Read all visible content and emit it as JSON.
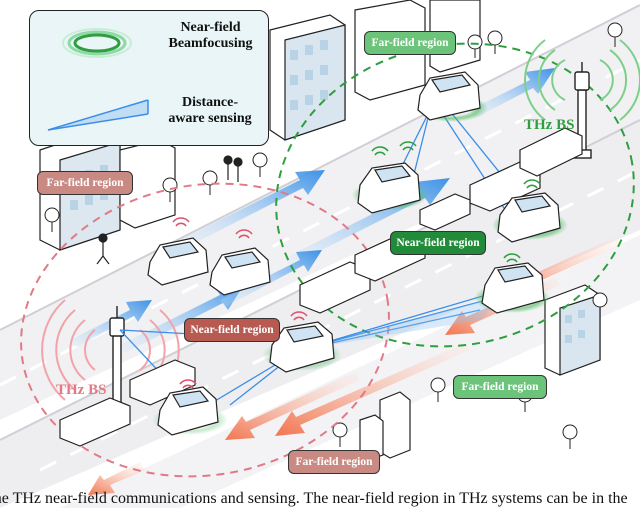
{
  "legend": {
    "beamfocusing_label": "Near-field\nBeamfocusing",
    "sensing_label": "Distance-\naware sensing"
  },
  "regions": {
    "left_far_field": "Far-field region",
    "left_near_field": "Near-field region",
    "left_bs": "THz BS",
    "right_far_field_top": "Far-field region",
    "right_near_field": "Near-field region",
    "right_bs": "THz BS",
    "right_far_field_bottom": "Far-field region",
    "bottom_far_field": "Far-field region"
  },
  "caption": "n of the THz near-field communications and sensing. The near-field region in THz systems can be in the",
  "colors": {
    "green_region": "#2e9e3e",
    "red_region": "#e07a86",
    "beam_blue": "#3a8ee8",
    "oncoming_arrow": "#f2896a",
    "legend_bg": "#e9f5f6"
  }
}
